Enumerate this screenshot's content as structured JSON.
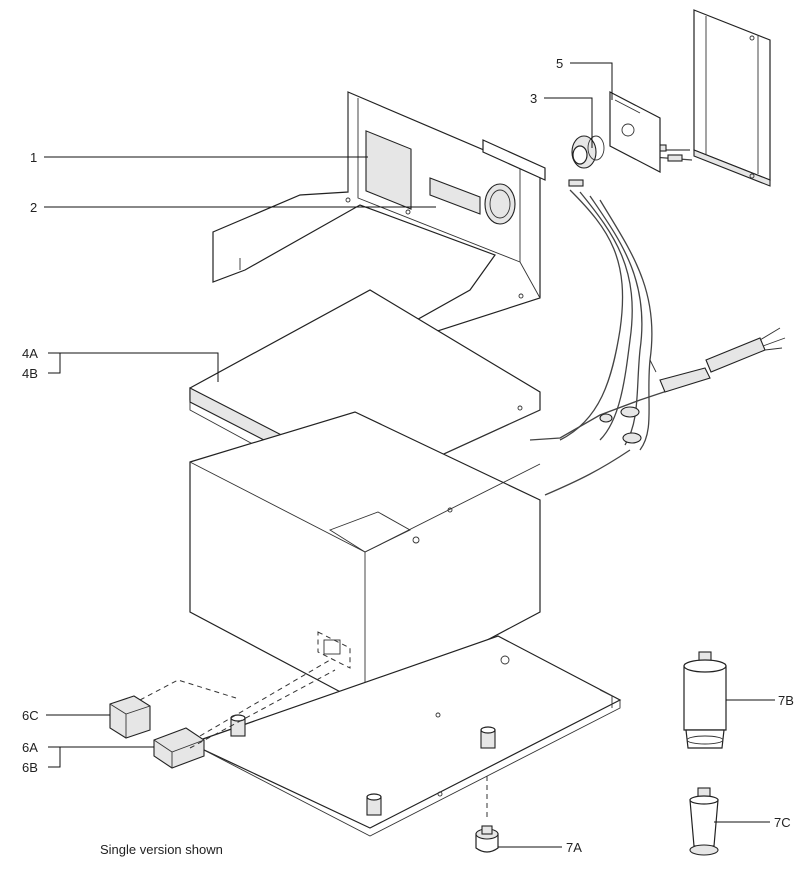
{
  "callouts": {
    "c1": "1",
    "c2": "2",
    "c3": "3",
    "c4a": "4A",
    "c4b": "4B",
    "c5": "5",
    "c6a": "6A",
    "c6b": "6B",
    "c6c": "6C",
    "c7a": "7A",
    "c7b": "7B",
    "c7c": "7C"
  },
  "caption": "Single version shown"
}
